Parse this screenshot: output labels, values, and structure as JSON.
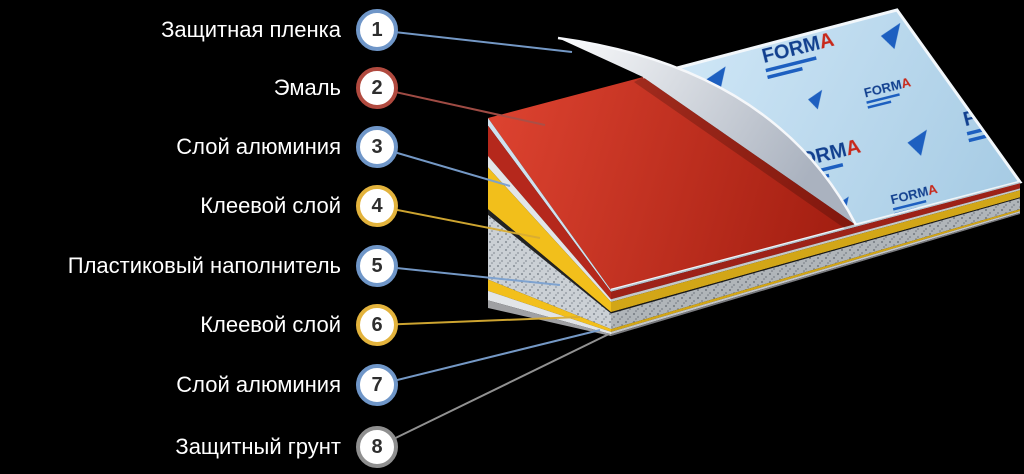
{
  "diagram": {
    "background": "#000000",
    "labels": [
      {
        "num": "1",
        "text": "Защитная пленка",
        "accent": "#6f96c8"
      },
      {
        "num": "2",
        "text": "Эмаль",
        "accent": "#b14a3f"
      },
      {
        "num": "3",
        "text": "Слой алюминия",
        "accent": "#6f96c8"
      },
      {
        "num": "4",
        "text": "Клеевой слой",
        "accent": "#e3b33c"
      },
      {
        "num": "5",
        "text": "Пластиковый наполнитель",
        "accent": "#6f96c8"
      },
      {
        "num": "6",
        "text": "Клеевой слой",
        "accent": "#e3b33c"
      },
      {
        "num": "7",
        "text": "Слой алюминия",
        "accent": "#6f96c8"
      },
      {
        "num": "8",
        "text": "Защитный грунт",
        "accent": "#8f8f8f"
      }
    ],
    "film_brand": {
      "logo_main": "FORM",
      "logo_accent": "A"
    },
    "layer_colors": {
      "film": "#bcd9ee",
      "enamel": "#c22b1f",
      "aluminum": "#e2e5e8",
      "adhesive": "#f2bf1b",
      "core": "#cbd0d5",
      "primer": "#9fa0a3"
    }
  }
}
